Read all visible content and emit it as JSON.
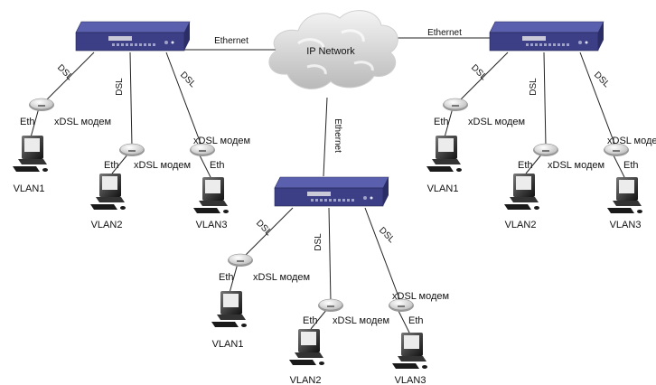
{
  "cloud_label": "IP Network",
  "ethernet_label": "Ethernet",
  "dsl_label": "DSL",
  "eth_label": "Eth",
  "modem_label": "xDSL модем",
  "vlans": [
    "VLAN1",
    "VLAN2",
    "VLAN3"
  ],
  "colors": {
    "switch_body": "#3c3f86",
    "switch_top": "#5a5fae",
    "line": "#222222"
  }
}
